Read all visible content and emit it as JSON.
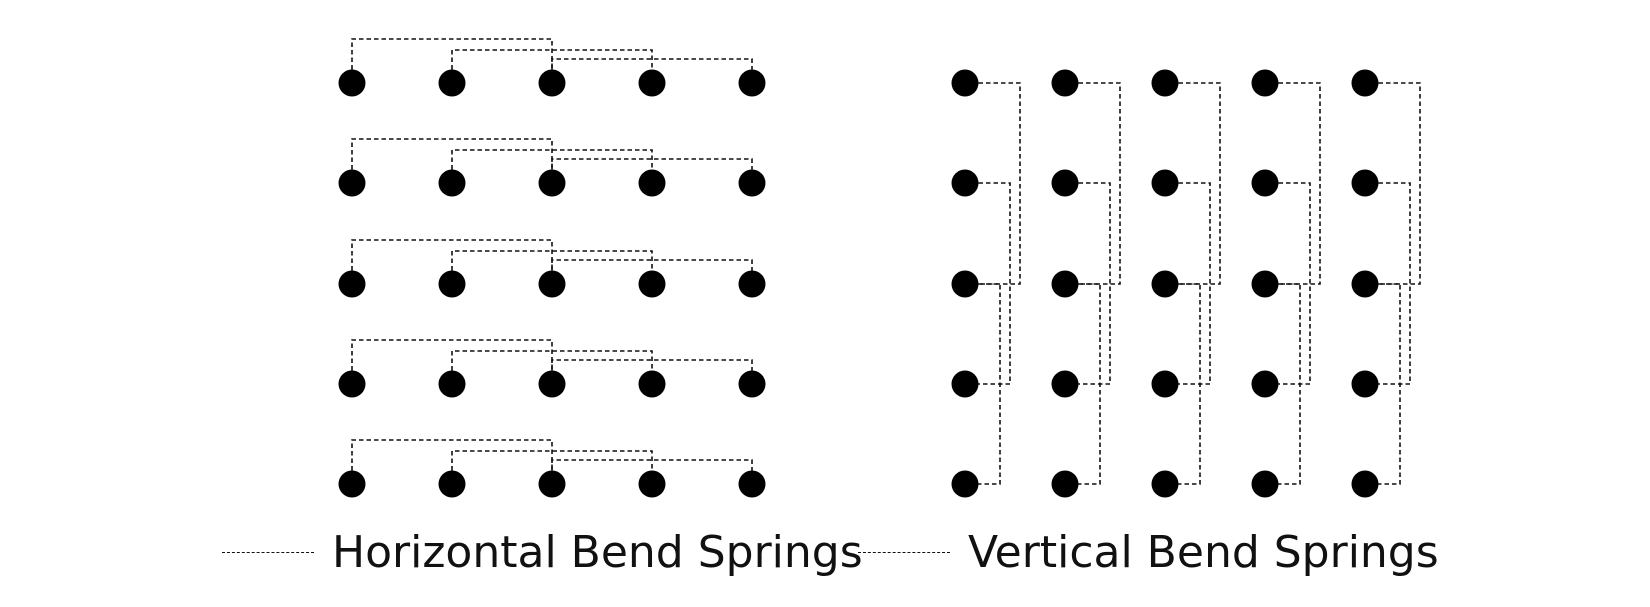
{
  "diagram": {
    "left_grid": {
      "name": "horizontal-bend-springs-grid",
      "rows": 5,
      "cols": 5,
      "spring_direction": "horizontal",
      "spring_span": 2
    },
    "right_grid": {
      "name": "vertical-bend-springs-grid",
      "rows": 5,
      "cols": 5,
      "spring_direction": "vertical",
      "spring_span": 2
    },
    "node_color": "#000000",
    "spring_color": "#111111",
    "spring_style": "dashed"
  },
  "legend": {
    "horizontal_label": "Horizontal Bend Springs",
    "vertical_label": "Vertical Bend Springs"
  }
}
